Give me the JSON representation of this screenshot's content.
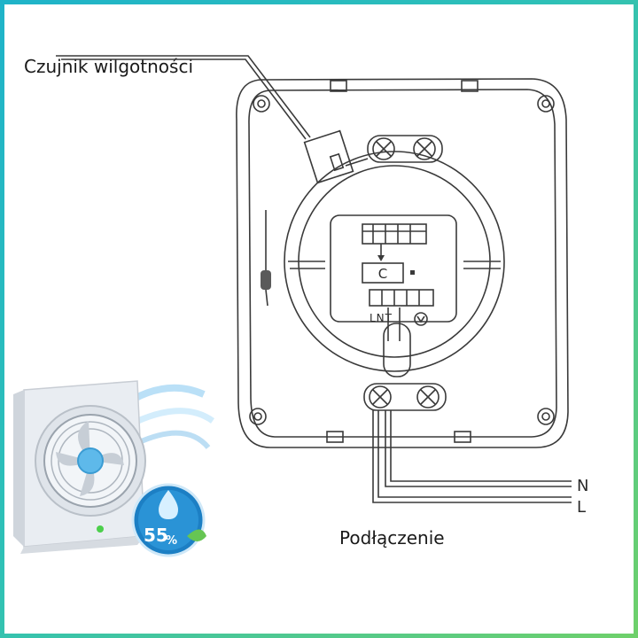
{
  "labels": {
    "humidity_sensor": "Czujnik wilgotności",
    "connection": "Podłączenie"
  },
  "schematic": {
    "terminal_block_label": "C",
    "bottom_terminals": "LNT",
    "wire_n": "N",
    "wire_l": "L"
  },
  "fan_illustration": {
    "humidity_value": "55",
    "humidity_unit": "%",
    "icon": "water-drop-icon"
  },
  "colors": {
    "frame_start": "#1fb3c9",
    "frame_end": "#6fd06a",
    "badge": "#1c7fc4",
    "indicator": "#4ccf4c"
  }
}
